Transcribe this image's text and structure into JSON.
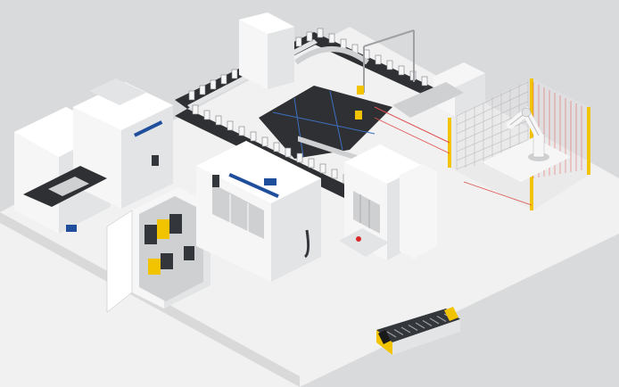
{
  "scene": {
    "type": "isometric-factory-illustration",
    "colors": {
      "background": "#d9dadb",
      "floor": "#f1f1f1",
      "floor_edge": "#c9cacb",
      "machine_light": "#f6f6f6",
      "machine_mid": "#e3e4e5",
      "machine_dark": "#cfd0d2",
      "conveyor_dark": "#2f3033",
      "accent_blue": "#1f4f9c",
      "safety_yellow": "#f2c400",
      "warning_red": "#d92a2a",
      "laser_red": "#e05050",
      "plate_dark": "#33363b"
    },
    "elements": [
      "machining-center",
      "conveyor-loop",
      "robot-cell-with-light-curtains",
      "control-cabinet-open",
      "cnc-machine",
      "press-machine",
      "agv-cart",
      "tower-machine-with-gantry"
    ]
  }
}
